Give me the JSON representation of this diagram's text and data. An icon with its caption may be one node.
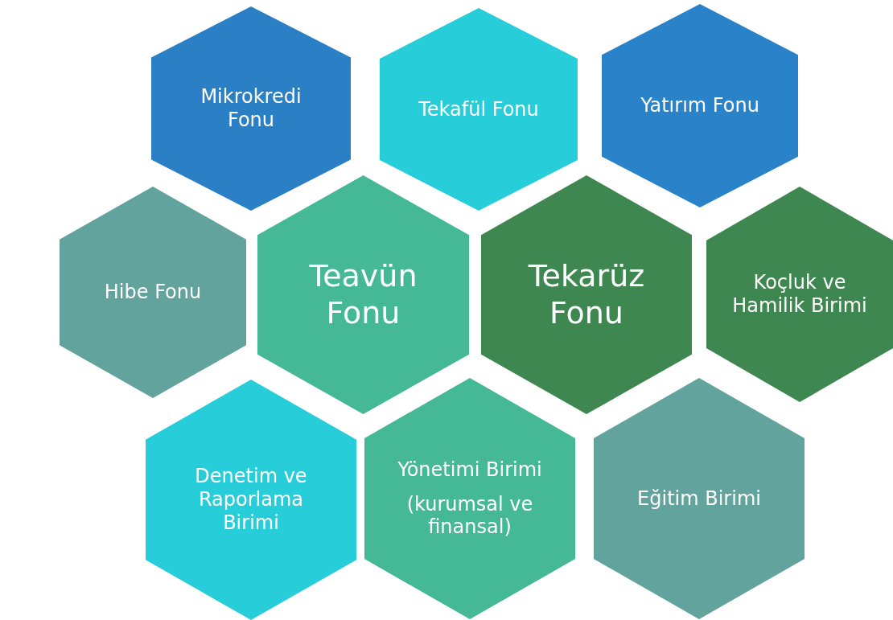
{
  "diagram": {
    "nodes": [
      {
        "text": [
          "Mikrokredi Fonu"
        ]
      },
      {
        "text": [
          "Tekafül Fonu"
        ]
      },
      {
        "text": [
          "Yatırım Fonu"
        ]
      },
      {
        "text": [
          "Hibe Fonu"
        ]
      },
      {
        "text": [
          "Teavün Fonu"
        ]
      },
      {
        "text": [
          "Tekarüz Fonu"
        ]
      },
      {
        "text": [
          "Koçluk ve Hamilik Birimi"
        ]
      },
      {
        "text": [
          "Denetim ve Raporlama Birimi"
        ]
      },
      {
        "text": [
          "Yönetimi Birimi",
          "(kurumsal ve finansal)"
        ]
      },
      {
        "text": [
          "Eğitim Birimi"
        ]
      }
    ]
  }
}
